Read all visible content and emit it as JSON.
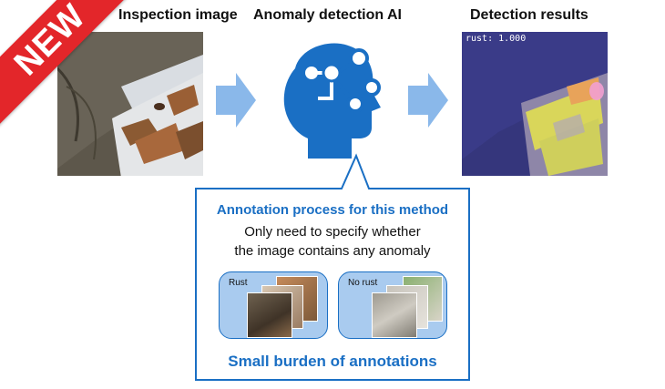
{
  "titles": {
    "left": "Inspection image",
    "center": "Anomaly detection AI",
    "right": "Detection results"
  },
  "result_overlay": {
    "label": "rust: 1.000"
  },
  "annotation": {
    "title": "Annotation process for this method",
    "line1": "Only need to specify whether",
    "line2": "the image contains any anomaly",
    "footer": "Small burden of annotations",
    "groups": [
      {
        "label": "Rust"
      },
      {
        "label": "No rust"
      }
    ]
  },
  "badge": {
    "text": "NEW"
  },
  "colors": {
    "accent_blue": "#1a6fc4",
    "arrow_blue": "#8ab8ea",
    "group_fill": "#a9cbef",
    "badge_red": "#e3262a"
  },
  "icons": [
    "ai-head-icon",
    "right-arrow-icon"
  ]
}
